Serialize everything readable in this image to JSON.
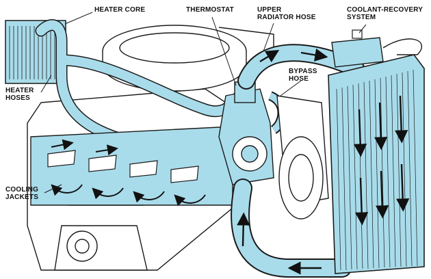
{
  "labels": {
    "heater_core": "HEATER CORE",
    "thermostat": "THERMOSTAT",
    "upper_radiator_hose": "UPPER\nRADIATOR HOSE",
    "coolant_recovery": "COOLANT-RECOVERY\nSYSTEM",
    "bypass_hose": "BYPASS\nHOSE",
    "heater_hoses": "HEATER\nHOSES",
    "cooling_jackets": "COOLING\nJACKETS"
  },
  "colors": {
    "coolant": "#a9dceb",
    "coolant_dark": "#7cc6dc",
    "line": "#1a1a1a",
    "flow_arrow": "#111111"
  }
}
